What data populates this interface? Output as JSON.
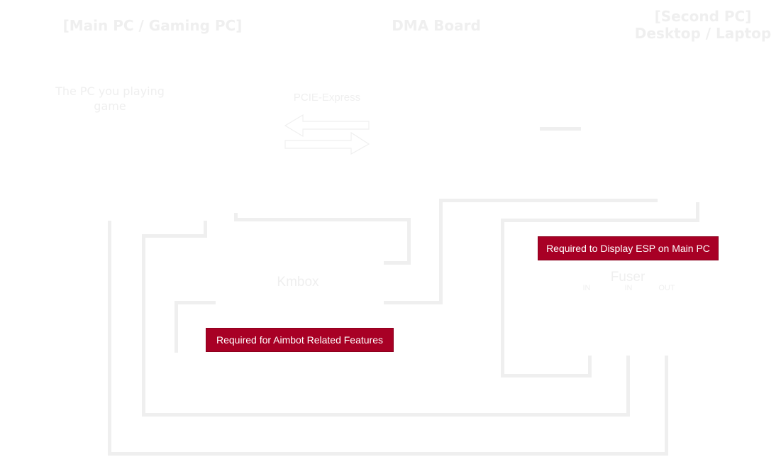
{
  "nodes": {
    "main_pc": {
      "title": "[Main PC / Gaming PC]",
      "description": "The PC you playing\ngame"
    },
    "dma_board": {
      "title": "DMA Board",
      "connection": "PCIE-Express"
    },
    "second_pc": {
      "title": "[Second PC]\nDesktop / Laptop"
    },
    "kmbox": {
      "label": "Kmbox",
      "note": "Required for Aimbot Related Features"
    },
    "fuser": {
      "label": "Fuser",
      "ports": [
        "IN",
        "IN",
        "OUT"
      ],
      "note": "Required to Display ESP on Main PC"
    }
  },
  "colors": {
    "line": "#efefef",
    "faint_text": "#efefef",
    "badge_bg": "#a80025",
    "badge_text": "#ffffff"
  }
}
